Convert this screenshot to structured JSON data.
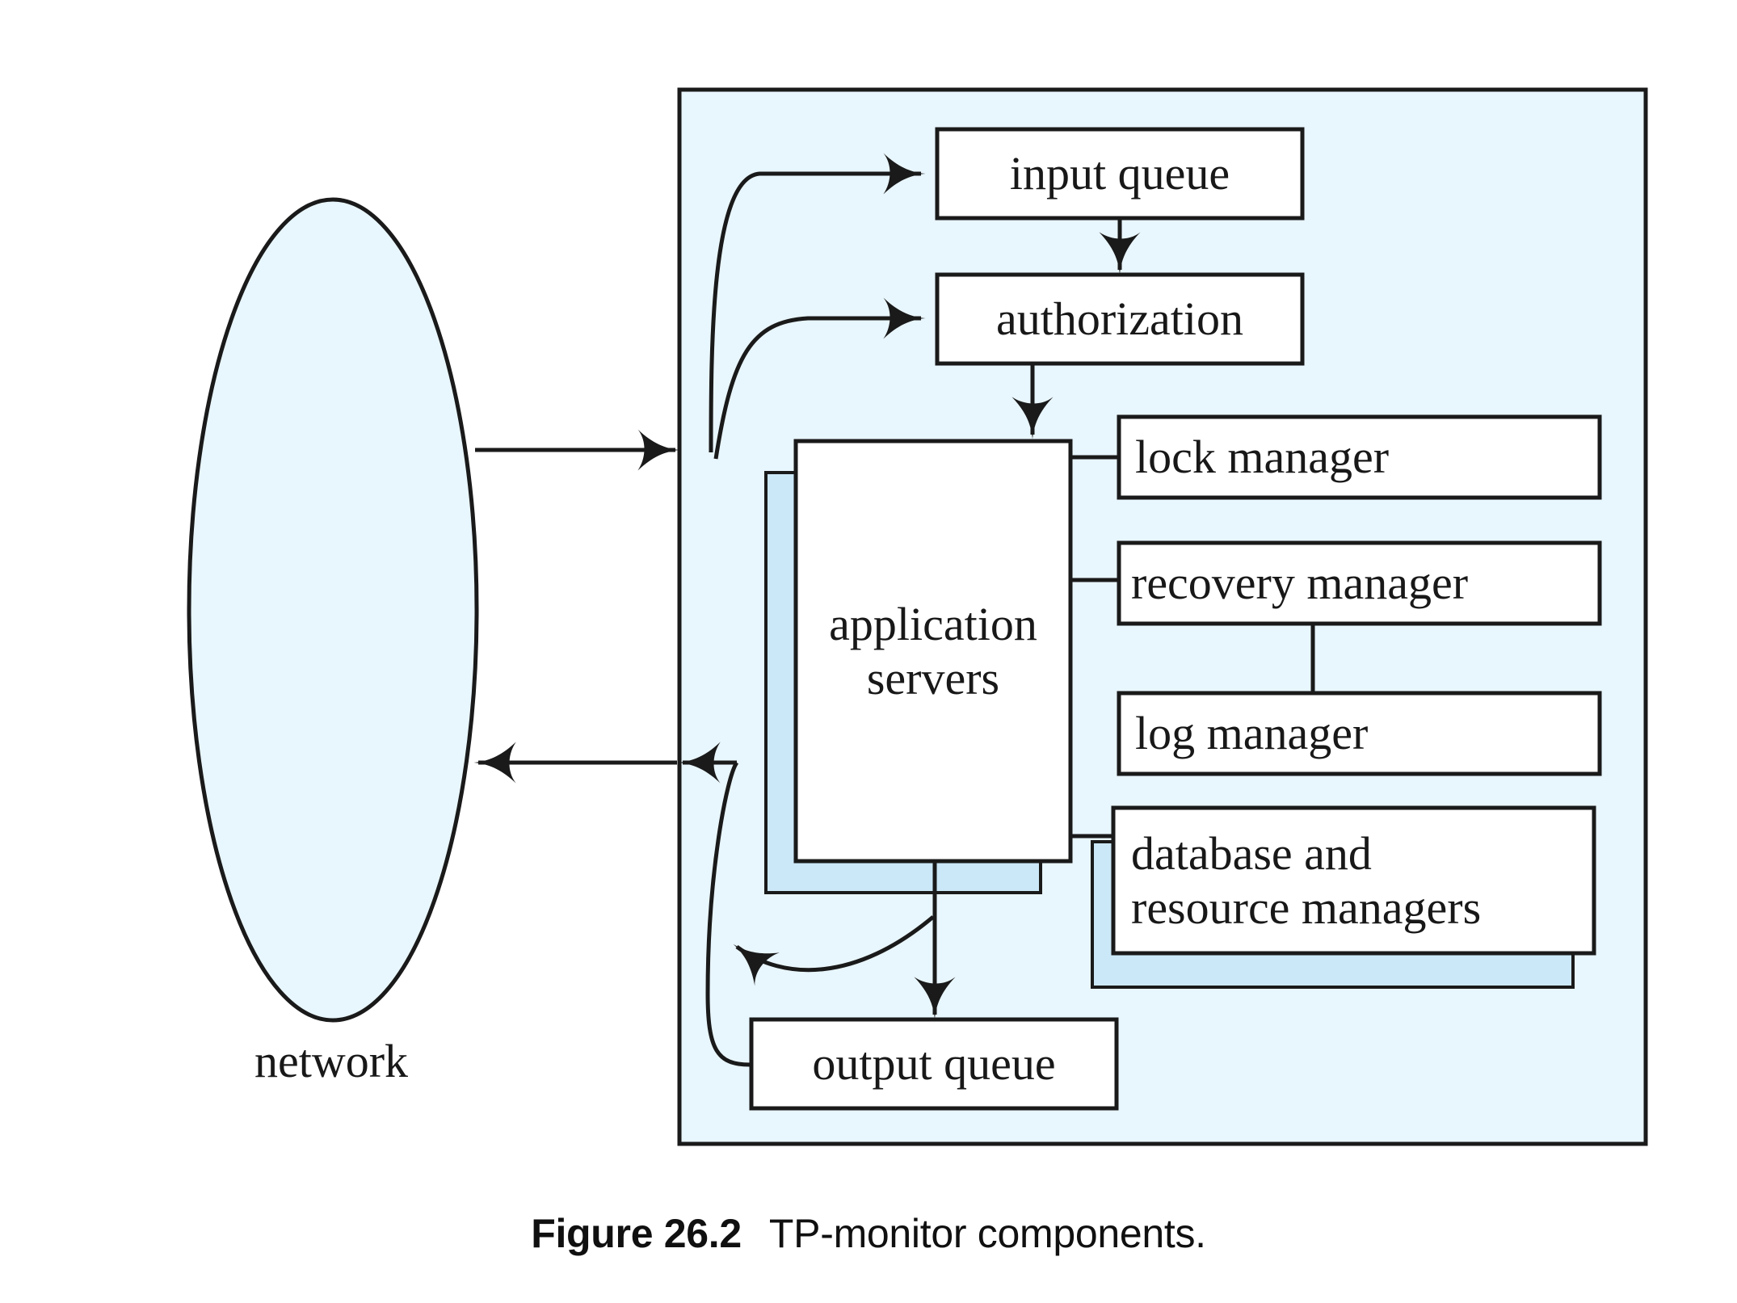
{
  "figure": {
    "caption_number": "Figure 26.2",
    "caption_text": "TP-monitor components."
  },
  "colors": {
    "panel_fill": "#e8f6fd",
    "ellipse_fill": "#e8f6fd",
    "box_fill": "#ffffff",
    "stack_shadow": "#cbe8f8",
    "stroke": "#1a1a1a",
    "page_background": "#ffffff"
  },
  "diagram": {
    "type": "block-diagram",
    "title": "TP-monitor components",
    "external": {
      "network": {
        "label": "network",
        "shape": "ellipse"
      }
    },
    "panel": {
      "name": "tp-monitor",
      "shape": "rectangle"
    },
    "nodes": [
      {
        "id": "input-queue",
        "label": "input queue",
        "shape": "rectangle",
        "stacked": false
      },
      {
        "id": "authorization",
        "label": "authorization",
        "shape": "rectangle",
        "stacked": false
      },
      {
        "id": "application-servers",
        "label": "application\nservers",
        "shape": "rectangle",
        "stacked": true
      },
      {
        "id": "lock-manager",
        "label": "lock manager",
        "shape": "rectangle",
        "stacked": false
      },
      {
        "id": "recovery-manager",
        "label": "recovery manager",
        "shape": "rectangle",
        "stacked": false
      },
      {
        "id": "log-manager",
        "label": "log manager",
        "shape": "rectangle",
        "stacked": false
      },
      {
        "id": "database-and-resource-managers",
        "label": "database and\nresource managers",
        "shape": "rectangle",
        "stacked": true
      },
      {
        "id": "output-queue",
        "label": "output queue",
        "shape": "rectangle",
        "stacked": false
      }
    ],
    "edges": [
      {
        "from": "network",
        "to": "tp-monitor",
        "style": "arrow",
        "direction": "right"
      },
      {
        "from": "network-entry",
        "to": "input-queue",
        "style": "curved-arrow",
        "direction": "right"
      },
      {
        "from": "network-entry",
        "to": "authorization",
        "style": "curved-arrow",
        "direction": "right"
      },
      {
        "from": "input-queue",
        "to": "authorization",
        "style": "arrow",
        "direction": "down"
      },
      {
        "from": "authorization",
        "to": "application-servers",
        "style": "arrow",
        "direction": "down"
      },
      {
        "from": "application-servers",
        "to": "lock-manager",
        "style": "line",
        "direction": "none"
      },
      {
        "from": "application-servers",
        "to": "recovery-manager",
        "style": "line",
        "direction": "none"
      },
      {
        "from": "recovery-manager",
        "to": "log-manager",
        "style": "line",
        "direction": "none"
      },
      {
        "from": "application-servers",
        "to": "database-and-resource-managers",
        "style": "line",
        "direction": "none"
      },
      {
        "from": "application-servers",
        "to": "output-queue",
        "style": "arrow",
        "direction": "down"
      },
      {
        "from": "application-servers",
        "to": "return-path",
        "style": "curved-arrow",
        "direction": "left"
      },
      {
        "from": "output-queue",
        "to": "network",
        "style": "curved-arrow",
        "direction": "left"
      }
    ]
  }
}
